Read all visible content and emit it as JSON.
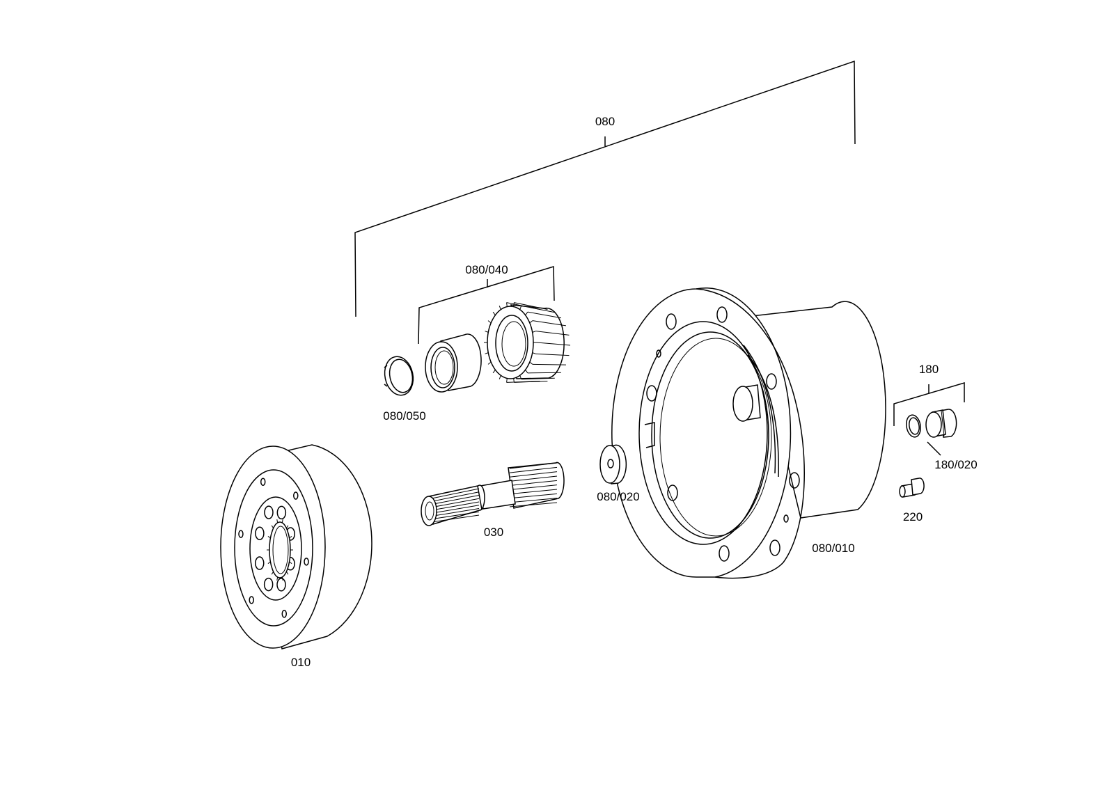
{
  "diagram": {
    "type": "exploded-parts-drawing",
    "labels": {
      "p080": "080",
      "p080_040": "080/040",
      "p080_050": "080/050",
      "p180": "180",
      "p180_020": "180/020",
      "p080_020": "080/020",
      "p220": "220",
      "p030": "030",
      "p080_010": "080/010",
      "p010": "010"
    }
  }
}
